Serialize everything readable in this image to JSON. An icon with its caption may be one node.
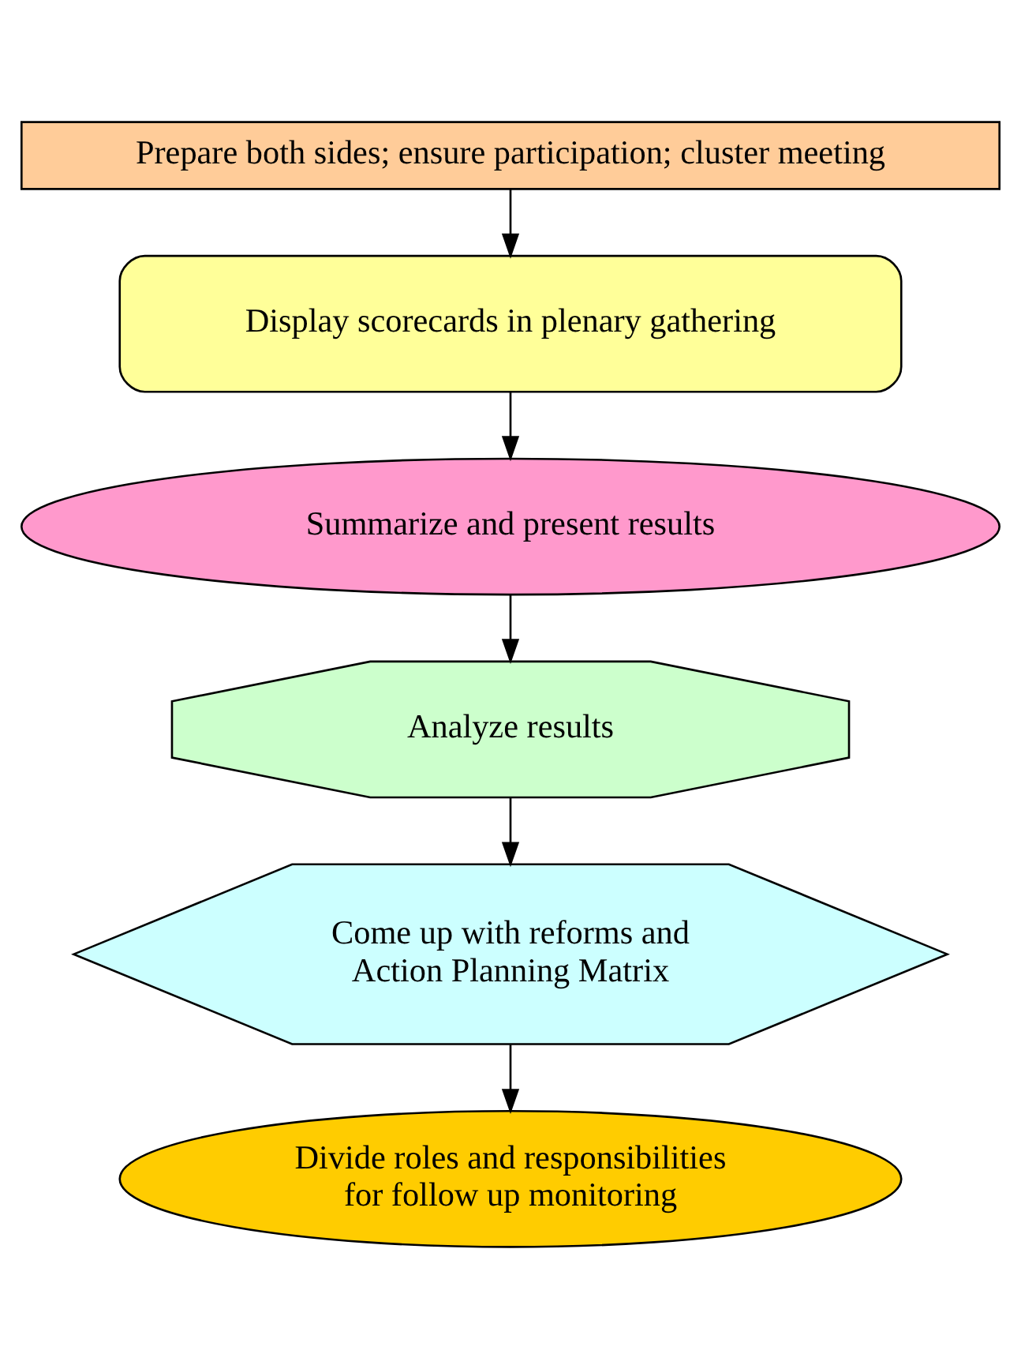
{
  "diagram": {
    "nodes": [
      {
        "text": [
          "Prepare both sides; ensure participation; cluster meeting"
        ]
      },
      {
        "text": [
          "Display scorecards in plenary gathering"
        ]
      },
      {
        "text": [
          "Summarize and present results"
        ]
      },
      {
        "text": [
          "Analyze results"
        ]
      },
      {
        "text": [
          "Come up with reforms and Action Planning Matrix"
        ]
      },
      {
        "text": [
          "Divide roles and responsibilities for follow up monitoring"
        ]
      }
    ],
    "edges": [
      {
        "from": 0,
        "to": 1,
        "arrow": "to"
      },
      {
        "from": 1,
        "to": 2,
        "arrow": "to"
      },
      {
        "from": 2,
        "to": 3,
        "arrow": "to"
      },
      {
        "from": 3,
        "to": 4,
        "arrow": "to"
      },
      {
        "from": 4,
        "to": 5,
        "arrow": "to"
      }
    ]
  }
}
